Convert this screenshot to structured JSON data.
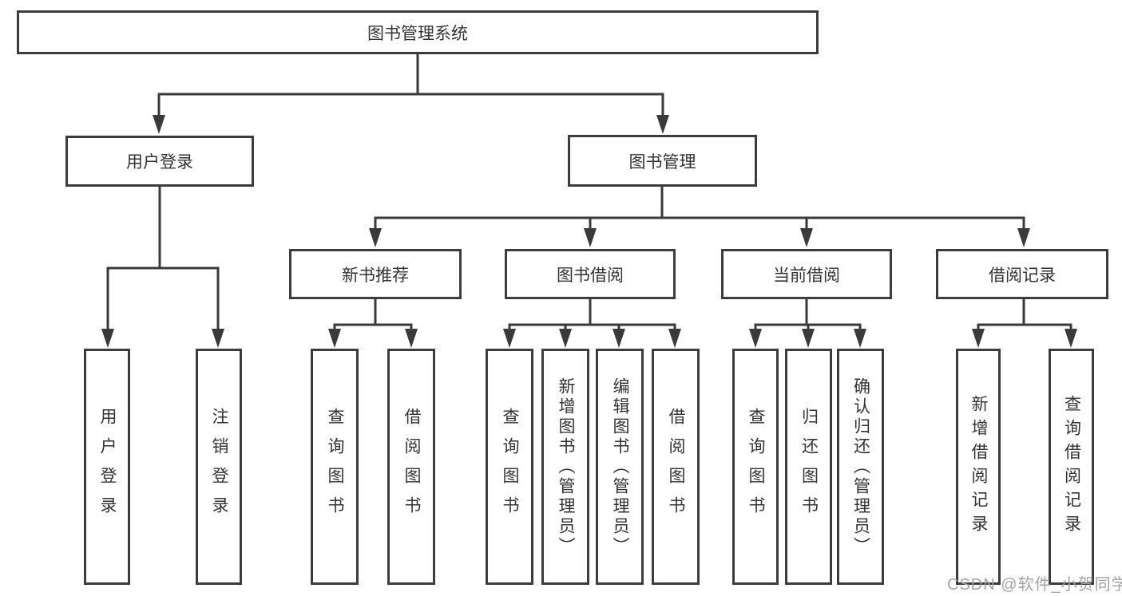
{
  "diagram_type": "hierarchy-tree",
  "tree": {
    "label": "图书管理系统",
    "children": [
      {
        "label": "用户登录",
        "children": [
          {
            "label": "用户登录"
          },
          {
            "label": "注销登录"
          }
        ]
      },
      {
        "label": "图书管理",
        "children": [
          {
            "label": "新书推荐",
            "children": [
              {
                "label": "查询图书"
              },
              {
                "label": "借阅图书"
              }
            ]
          },
          {
            "label": "图书借阅",
            "children": [
              {
                "label": "查询图书"
              },
              {
                "label": "新增图书（管理员）"
              },
              {
                "label": "编辑图书（管理员）"
              },
              {
                "label": "借阅图书"
              }
            ]
          },
          {
            "label": "当前借阅",
            "children": [
              {
                "label": "查询图书"
              },
              {
                "label": "归还图书"
              },
              {
                "label": "确认归还（管理员）"
              }
            ]
          },
          {
            "label": "借阅记录",
            "children": [
              {
                "label": "新增借阅记录"
              },
              {
                "label": "查询借阅记录"
              }
            ]
          }
        ]
      }
    ]
  },
  "watermark": {
    "text": "CSDN @软件_小贺同学"
  },
  "colors": {
    "background": "#ffffff",
    "box_border": "#3c3c3c",
    "line": "#3a3a3a",
    "text": "#333333",
    "watermark": "#9e9e9e"
  }
}
